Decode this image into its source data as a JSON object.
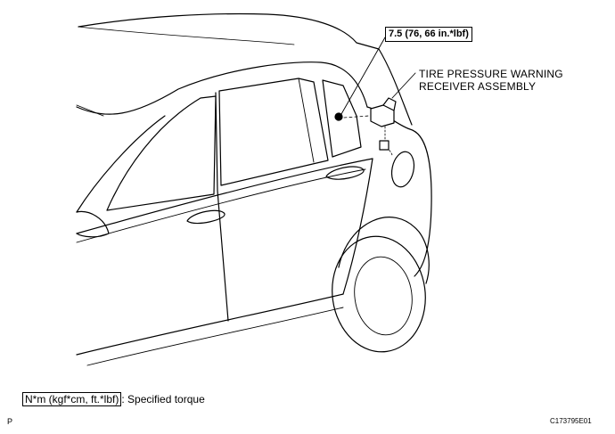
{
  "callouts": {
    "torque_value": "7.5 (76, 66 in.*lbf)",
    "part_name_line1": "TIRE PRESSURE WARNING",
    "part_name_line2": "RECEIVER ASSEMBLY"
  },
  "legend": {
    "unit_box": "N*m (kgf*cm, ft.*lbf)",
    "description": ": Specified torque"
  },
  "footer": {
    "left_code": "P",
    "right_code": "C173795E01"
  }
}
